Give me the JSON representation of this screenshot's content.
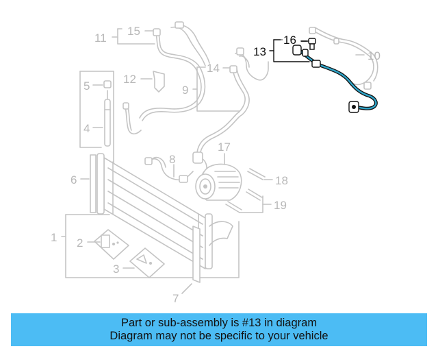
{
  "callouts": {
    "c1": "1",
    "c2": "2",
    "c3": "3",
    "c4": "4",
    "c5": "5",
    "c6": "6",
    "c7": "7",
    "c8": "8",
    "c9": "9",
    "c10": "10",
    "c11": "11",
    "c12": "12",
    "c13": "13",
    "c14": "14",
    "c15": "15",
    "c16": "16",
    "c17": "17",
    "c18": "18",
    "c19": "19"
  },
  "highlight_part": "13",
  "colors": {
    "banner_bg": "#4cbcf4",
    "highlight_hose": "#2ea3c7",
    "inactive_lines": "#c4c4c4"
  },
  "banner": {
    "line1": "Part or sub-assembly is #13 in diagram",
    "line2": "Diagram may not be specific to your vehicle"
  }
}
